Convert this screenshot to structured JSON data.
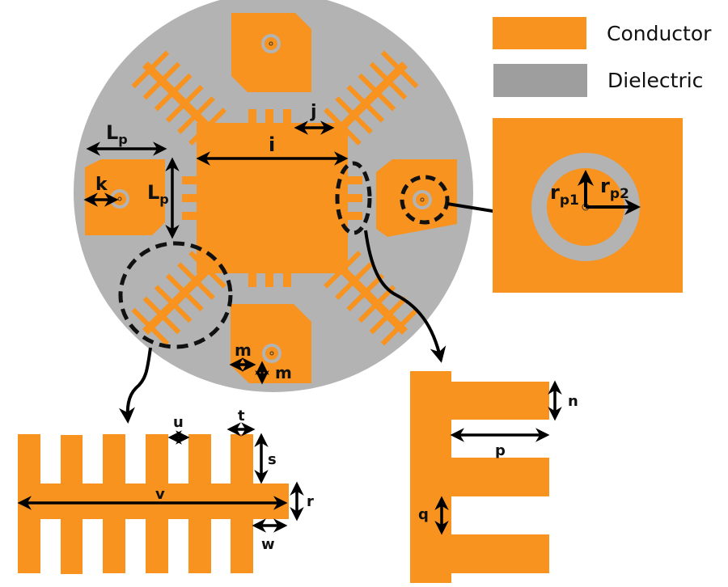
{
  "colors": {
    "conductor": "#F7931E",
    "dielectric": "#B3B3B3",
    "legend_dielectric": "#9E9E9E",
    "annotation": "#000000",
    "background": "#FFFFFF"
  },
  "legend": {
    "items": [
      {
        "label": "Conductor",
        "swatch": "conductor"
      },
      {
        "label": "Dielectric",
        "swatch": "dielectric"
      }
    ]
  },
  "labels": {
    "Lp_main": "L",
    "Lp_sub": "p",
    "k": "k",
    "i": "i",
    "j": "j",
    "m": "m",
    "rp1_main": "r",
    "rp1_sub": "p1",
    "rp2_main": "r",
    "rp2_sub": "p2",
    "u": "u",
    "t": "t",
    "s": "s",
    "v": "v",
    "r": "r",
    "w": "w",
    "n": "n",
    "p": "p",
    "q": "q"
  }
}
